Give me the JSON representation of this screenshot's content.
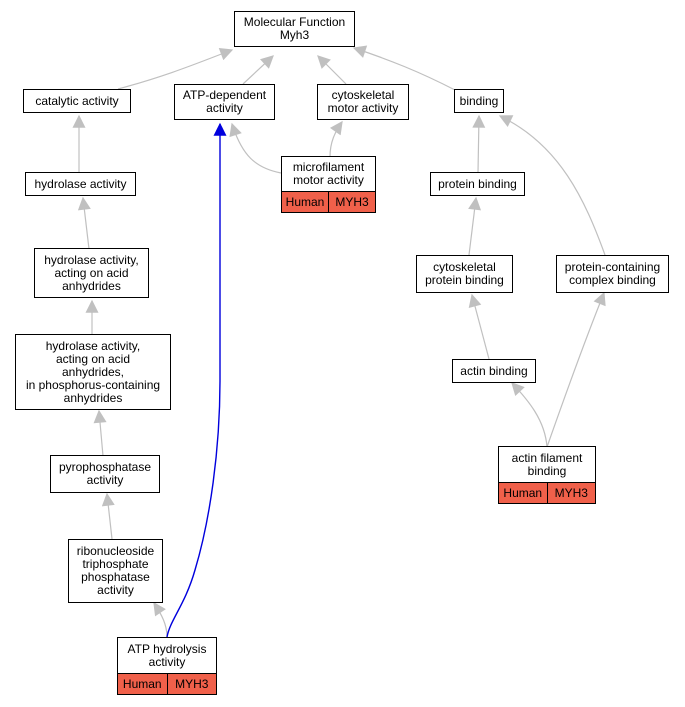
{
  "colors": {
    "edge": "#c0c0c0",
    "highlight_edge": "#0000dd",
    "tag_fill": "#f0604a",
    "node_border": "#000000"
  },
  "nodes": {
    "root": {
      "lines": [
        "Molecular Function",
        "Myh3"
      ]
    },
    "catalytic": {
      "lines": [
        "catalytic activity"
      ]
    },
    "atp_dependent": {
      "lines": [
        "ATP-dependent",
        "activity"
      ]
    },
    "cytoskeletal_motor": {
      "lines": [
        "cytoskeletal",
        "motor activity"
      ]
    },
    "binding": {
      "lines": [
        "binding"
      ]
    },
    "microfilament_motor": {
      "lines": [
        "microfilament",
        "motor activity"
      ],
      "tags": [
        "Human",
        "MYH3"
      ]
    },
    "hydrolase": {
      "lines": [
        "hydrolase activity"
      ]
    },
    "protein_binding": {
      "lines": [
        "protein binding"
      ]
    },
    "hydrolase_acid": {
      "lines": [
        "hydrolase activity,",
        "acting on acid",
        "anhydrides"
      ]
    },
    "cytoskeletal_protein_binding": {
      "lines": [
        "cytoskeletal",
        "protein binding"
      ]
    },
    "protein_complex_binding": {
      "lines": [
        "protein-containing",
        "complex binding"
      ]
    },
    "hydrolase_phosphorus": {
      "lines": [
        "hydrolase activity,",
        "acting on acid",
        "anhydrides,",
        "in phosphorus-containing",
        "anhydrides"
      ]
    },
    "actin_binding": {
      "lines": [
        "actin binding"
      ]
    },
    "actin_filament_binding": {
      "lines": [
        "actin filament",
        "binding"
      ],
      "tags": [
        "Human",
        "MYH3"
      ]
    },
    "pyrophosphatase": {
      "lines": [
        "pyrophosphatase",
        "activity"
      ]
    },
    "ribonucleoside": {
      "lines": [
        "ribonucleoside",
        "triphosphate",
        "phosphatase",
        "activity"
      ]
    },
    "atp_hydrolysis": {
      "lines": [
        "ATP hydrolysis",
        "activity"
      ],
      "tags": [
        "Human",
        "MYH3"
      ]
    }
  }
}
